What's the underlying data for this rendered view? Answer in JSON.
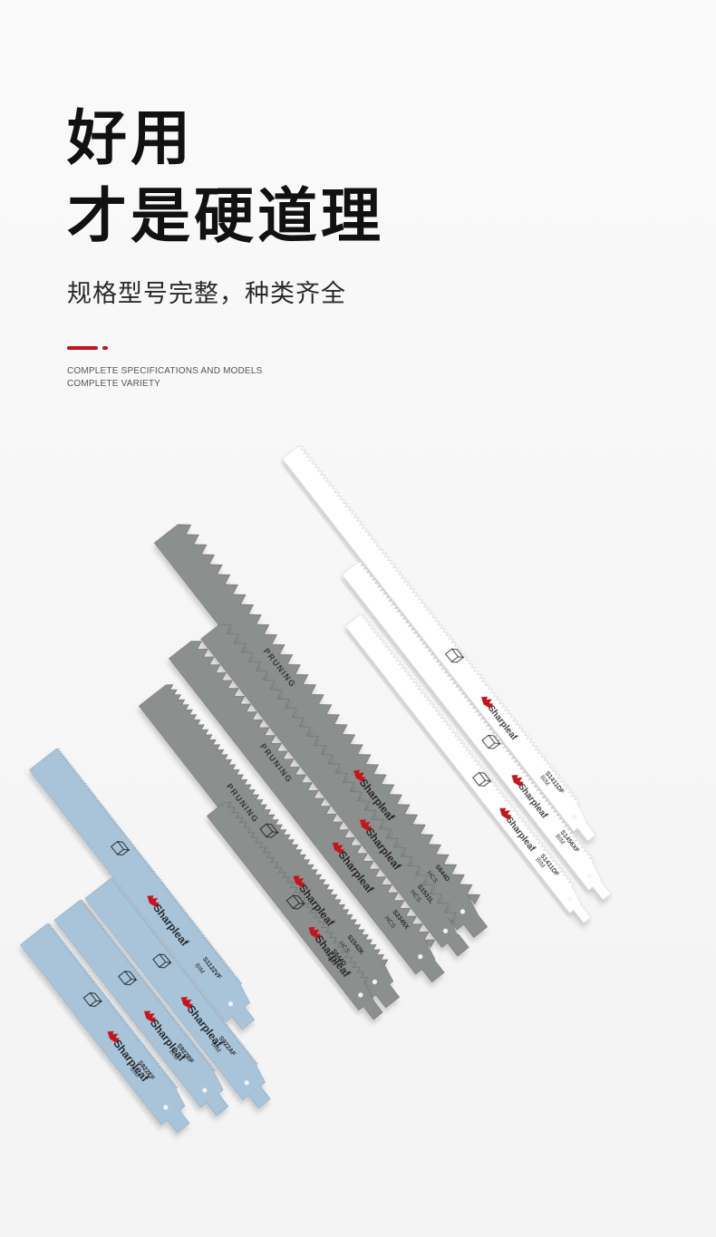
{
  "hero": {
    "line1": "好用",
    "line2": "才是硬道理",
    "subtitle": "规格型号完整，种类齐全",
    "caption_line1": "COMPLETE SPECIFICATIONS AND MODELS",
    "caption_line2": "COMPLETE VARIETY"
  },
  "colors": {
    "accent": "#c0161c",
    "blue_blade": "#a9c3d8",
    "gray_blade": "#8d8f8e",
    "white_blade": "#ffffff"
  },
  "blades": {
    "brand": "Sharpleaf",
    "pruning_mark": "PRUNING",
    "blue": {
      "codes": [
        "S922EF",
        "S922BF",
        "S922AF",
        "S1122VF"
      ],
      "material": "BIM"
    },
    "gray": {
      "codes": [
        "S644D",
        "S1531L",
        "S2345X",
        "S1542K"
      ],
      "material": "HCS"
    },
    "white": {
      "codes": [
        "S1411DF",
        "S1456XF",
        "S1411DF"
      ],
      "material": "BIM"
    }
  }
}
